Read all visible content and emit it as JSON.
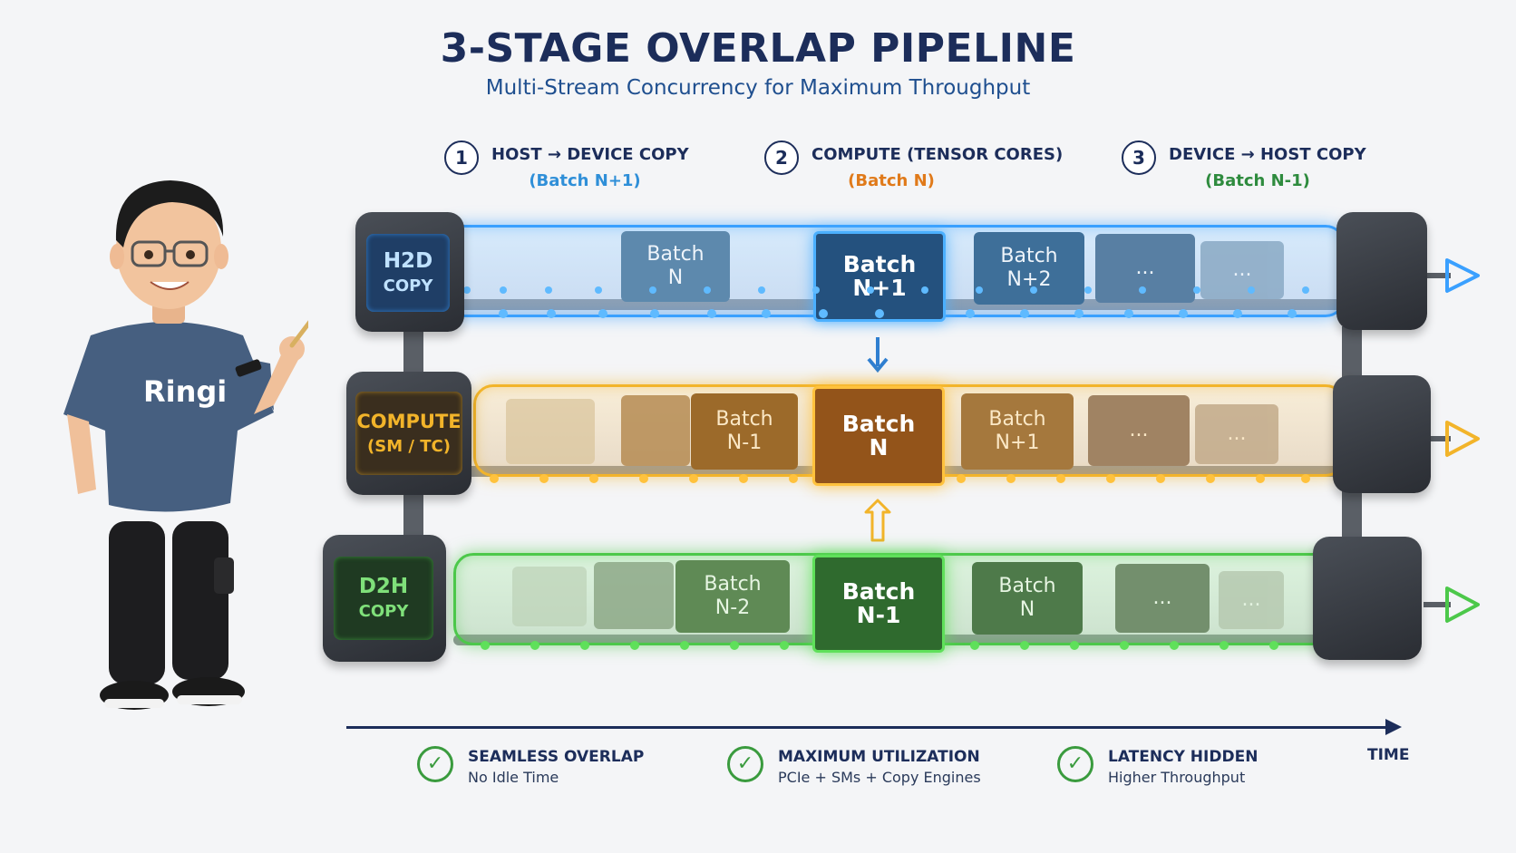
{
  "header": {
    "title": "3-STAGE OVERLAP PIPELINE",
    "subtitle": "Multi-Stream Concurrency for Maximum Throughput"
  },
  "stages": [
    {
      "num": "1",
      "label": "HOST → DEVICE COPY",
      "batch": "(Batch N+1)",
      "color": "#2f8fd8"
    },
    {
      "num": "2",
      "label": "COMPUTE (TENSOR CORES)",
      "batch": "(Batch N)",
      "color": "#e07a1a"
    },
    {
      "num": "3",
      "label": "DEVICE → HOST COPY",
      "batch": "(Batch N-1)",
      "color": "#2e8b3e"
    }
  ],
  "lanes": {
    "h2d": {
      "tag_line1": "H2D",
      "tag_line2": "COPY",
      "accent": "#3aa0ff",
      "boxes": {
        "b1_l1": "Batch",
        "b1_l2": "N",
        "b2_l1": "Batch",
        "b2_l2": "N+1",
        "b3_l1": "Batch",
        "b3_l2": "N+2",
        "b4": "...",
        "b5": "..."
      }
    },
    "compute": {
      "tag_line1": "COMPUTE",
      "tag_line2": "(SM / TC)",
      "accent": "#f2a52a",
      "boxes": {
        "b1_l1": "Batch",
        "b1_l2": "N-1",
        "b2_l1": "Batch",
        "b2_l2": "N",
        "b3_l1": "Batch",
        "b3_l2": "N+1",
        "b4": "...",
        "b5": "..."
      }
    },
    "d2h": {
      "tag_line1": "D2H",
      "tag_line2": "COPY",
      "accent": "#4cc84a",
      "boxes": {
        "b1_l1": "Batch",
        "b1_l2": "N-2",
        "b2_l1": "Batch",
        "b2_l2": "N-1",
        "b3_l1": "Batch",
        "b3_l2": "N",
        "b4": "...",
        "b5": "..."
      }
    }
  },
  "mascot": {
    "shirt_text": "Ringi"
  },
  "timeline": {
    "label": "TIME"
  },
  "benefits": [
    {
      "title": "SEAMLESS OVERLAP",
      "subtitle": "No Idle Time"
    },
    {
      "title": "MAXIMUM UTILIZATION",
      "subtitle": "PCIe + SMs + Copy Engines"
    },
    {
      "title": "LATENCY HIDDEN",
      "subtitle": "Higher Throughput"
    }
  ]
}
